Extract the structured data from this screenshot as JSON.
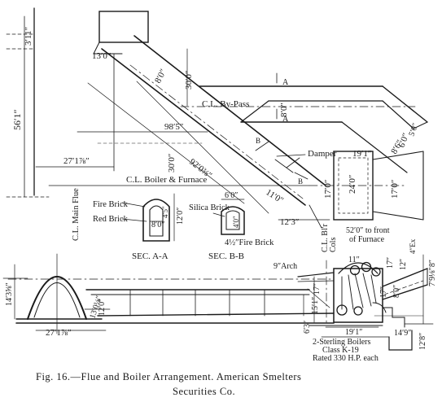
{
  "figure": {
    "caption_line1": "Fig. 16.—Flue and Boiler Arrangement.   American Smelters",
    "caption_line2": "Securities Co."
  },
  "plan": {
    "dims": {
      "d311": "3′11″",
      "d561": "56′1″",
      "d130": "13′0″",
      "d80_flue": "8′0″",
      "d300_top": "30′0″",
      "d80_bypass": "8′0″",
      "d985": "98′5″",
      "d300_mid": "30′0″",
      "d92": "92′0⅜″",
      "d2718_top": "27′1⅞″",
      "d110": "11′0″",
      "d60": "6′0″",
      "d50_right": "5′0″",
      "d86": "8′6″",
      "d191_top": "19′1″",
      "d170_left": "17′0″",
      "d240": "24′0″",
      "d170_right": "17′0″",
      "d123": "12′3″"
    },
    "labels": {
      "bypass": "C.L. By-Pass",
      "damper": "Damper",
      "boiler_furnace": "C.L. Boiler  & Furnace",
      "section_a": "A",
      "section_b": "B"
    }
  },
  "sections": {
    "sec_aa": "SEC. A-A",
    "sec_bb": "SEC. B-B",
    "fire_brick": "Fire Brick",
    "red_brick": "Red Brick",
    "silica_brick": "Silica Brick",
    "fire_brick_45": "4½″Fire Brick",
    "d80_aa": "8′0″",
    "d120_aa": "12′0″",
    "d45_aa": "4′5″",
    "d60_bb": "6′0″",
    "d40_bb": "4′0″"
  },
  "elevation": {
    "main_flue": "C.L. Main Flue",
    "cl_boiler": "C.L. Bl'r",
    "cols": "Cols",
    "front_note_1": "52′0″ to front",
    "front_note_2": "of Furnace",
    "arch": "9″Arch",
    "d11": "11″",
    "d17_a": "17″",
    "d17_b": "17″",
    "d17_c": "17″",
    "d12": "12″",
    "d4ex": "4″Ex",
    "d78": "7′9⅛″8″",
    "d80_e": "8′0″",
    "d1431": "14′3⅝″",
    "d1302": "13′0⅛″",
    "d120_e": "12′0″",
    "d2718_bot": "27′1⅞″",
    "d1911": "19′1″",
    "d63": "6′3″",
    "d1511": "15′1″",
    "d149": "14′9″",
    "d128": "12′8″",
    "boiler_note_1": "2-Sterling Boilers",
    "boiler_note_2": "Class K-19",
    "boiler_note_3": "Rated 330 H.P. each"
  }
}
